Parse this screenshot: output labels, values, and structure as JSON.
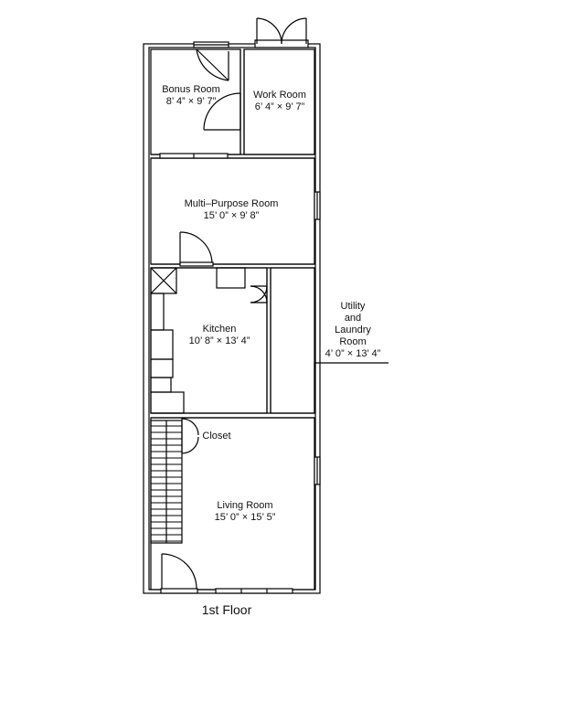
{
  "floor_title": "1st Floor",
  "rooms": {
    "bonus": {
      "name": "Bonus Room",
      "dims": "8’ 4” × 9’ 7”"
    },
    "work": {
      "name": "Work Room",
      "dims": "6’ 4” × 9’ 7”"
    },
    "multipurpose": {
      "name": "Multi–Purpose Room",
      "dims": "15’ 0” × 9’ 8”"
    },
    "kitchen": {
      "name": "Kitchen",
      "dims": "10’ 8” × 13’ 4”"
    },
    "utility": {
      "name_line1": "Utility",
      "name_line2": "and",
      "name_line3": "Laundry",
      "name_line4": "Room",
      "dims": "4’ 0” × 13’ 4”"
    },
    "closet": {
      "name": "Closet"
    },
    "living": {
      "name": "Living Room",
      "dims": "15’ 0” × 15’ 5”"
    }
  },
  "colors": {
    "wall": "#000000",
    "background": "#ffffff"
  }
}
